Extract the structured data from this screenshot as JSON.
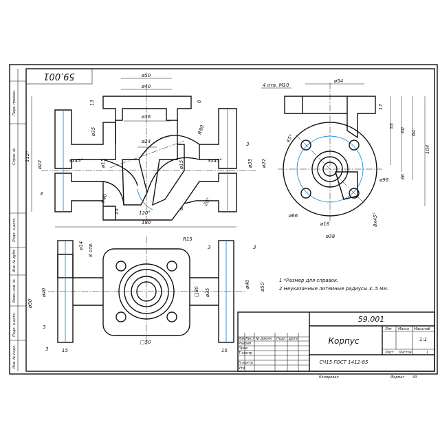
{
  "colors": {
    "outline": "#111111",
    "construction": "#1a8fd8",
    "hatch": "#1a8fd8",
    "paper": "#ffffff"
  },
  "stamp": {
    "designation": "59.001",
    "designation_rotated": "59.001",
    "part_name": "Корпус",
    "material": "СЧ15 ГОСТ 1412-85",
    "col_lit": "Лит",
    "col_mass": "Масса",
    "col_scale": "Масштаб",
    "scale_value": "1:1",
    "sheet_label": "Лист",
    "sheets_label": "Листов",
    "sheets_value": "1",
    "rows": [
      "Изм",
      "Лист",
      "№ докум",
      "Подп",
      "Дата"
    ],
    "roles": [
      "Разраб",
      "Пров",
      "Т.контр",
      "Н.контр",
      "Утв"
    ],
    "copied": "Копировал",
    "format": "Формат",
    "format_value": "A3"
  },
  "side_strip": [
    "Перв. примен.",
    "Справ. №",
    "Подп. и дата",
    "Инв. № дубл.",
    "Взам. инв. №",
    "Подп. и дата",
    "Инв. № подл."
  ],
  "notes": [
    "1 *Размер для справок.",
    "2 Неуказанные литейные радиусы 3..5 мм."
  ],
  "dims": {
    "d50": "ø50",
    "d40": "ø40",
    "d36": "ø36",
    "d35": "ø35",
    "d24": "ø24",
    "r80": "R80",
    "d22": "ø22",
    "d15": "ø15",
    "c1": "3x45°",
    "c2": "3x45°",
    "d22r": "ø22",
    "d35r": "ø35",
    "d15r": "ø15",
    "h112": "112*",
    "h13": "13",
    "h6": "6",
    "w3a": "3",
    "w3b": "3",
    "r40": "R40",
    "h25": "25",
    "a120": "120°",
    "a20": "20°",
    "t8": "8",
    "w180": "180",
    "holes": "4 отв. M10",
    "d54": "ø54",
    "h17": "17",
    "a45": "45°",
    "h55": "55",
    "h60": "60",
    "h64": "64",
    "h104": "104",
    "d96": "ø96",
    "h36": "36",
    "d66": "ø66",
    "d16": "ø16",
    "d38": "ø38",
    "ch8": "8x45°",
    "t14": "ø14",
    "h8otv": "8 отв.",
    "r15": "R15",
    "w3c": "3",
    "w3d": "3",
    "d40p": "ø40",
    "d50p": "ø50",
    "d40q": "ø40",
    "d50q": "ø50",
    "sq80": "□80",
    "d35p": "ø35",
    "sq50": "□50",
    "w3e": "3",
    "w3f": "3",
    "w15a": "15",
    "w15b": "15"
  }
}
